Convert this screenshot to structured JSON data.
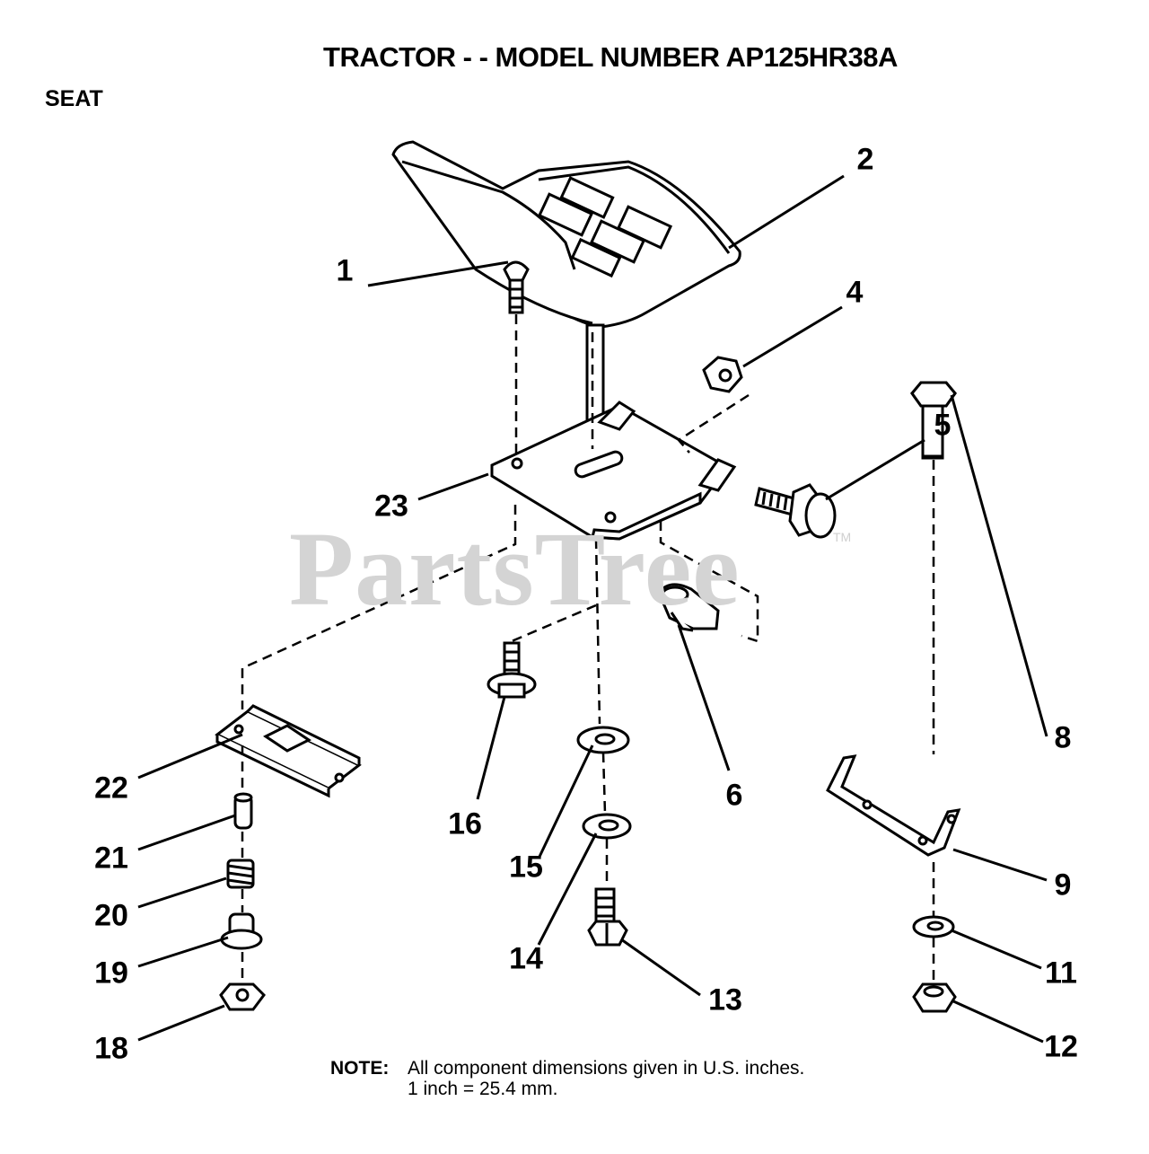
{
  "header": {
    "title": "TRACTOR - - MODEL NUMBER AP125HR38A",
    "section": "SEAT"
  },
  "watermark": {
    "text": "PartsTree",
    "mark": "TM"
  },
  "note": {
    "label": "NOTE:",
    "line1": "All component dimensions given in U.S. inches.",
    "line2": "1 inch = 25.4 mm."
  },
  "callouts": [
    "1",
    "2",
    "4",
    "5",
    "6",
    "8",
    "9",
    "11",
    "12",
    "13",
    "14",
    "15",
    "16",
    "18",
    "19",
    "20",
    "21",
    "22",
    "23"
  ]
}
